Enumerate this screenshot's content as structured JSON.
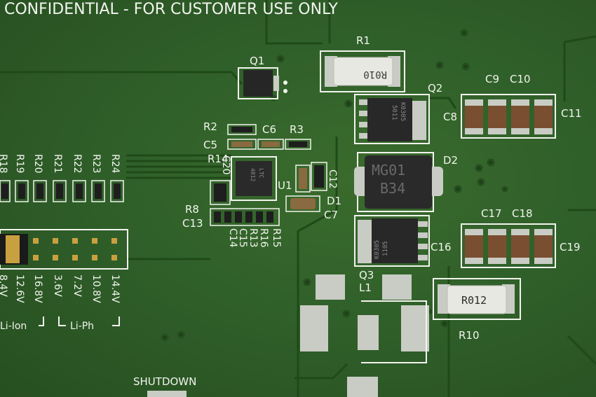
{
  "board": {
    "banner": "CONFIDENTIAL - FOR CUSTOMER USE ONLY",
    "colors": {
      "solder_mask": "#30602a",
      "silkscreen": "#f2f4ee",
      "copper_trace": "#1f4a18",
      "pad": "#c9ccc4",
      "ic_body": "#2a2a2a"
    }
  },
  "refs": {
    "r1": "R1",
    "q1": "Q1",
    "q2": "Q2",
    "q3": "Q3",
    "c9": "C9",
    "c10": "C10",
    "c8": "C8",
    "c11": "C11",
    "r2": "R2",
    "c6": "C6",
    "r3": "R3",
    "c5": "C5",
    "r14": "R14",
    "c20": "C20",
    "u1": "U1",
    "c12": "C12",
    "d1": "D1",
    "c7": "C7",
    "d2": "D2",
    "r8": "R8",
    "c13": "C13",
    "c14": "C14",
    "c15": "C15",
    "r13": "R13",
    "r16": "R16",
    "r15": "R15",
    "c17": "C17",
    "c18": "C18",
    "c16": "C16",
    "c19": "C19",
    "l1": "L1",
    "r10": "R10",
    "r18": "R18",
    "r19": "R19",
    "r20": "R20",
    "r21": "R21",
    "r22": "R22",
    "r23": "R23",
    "r24": "R24"
  },
  "markings": {
    "r1_value": "R010",
    "r10_value": "R012",
    "d2_line1": "MG01",
    "d2_line2": "B34",
    "q2_line1": "K0305",
    "q2_line2": "5011",
    "q3_line1": "K0305",
    "q3_line2": "1105",
    "u1_line1": "4012",
    "u1_line2": "LTC"
  },
  "voltages": {
    "top_row": [
      "8.4V",
      "12.6V",
      "16.8V",
      "3.6V",
      "7.2V",
      "10.8V",
      "14.4V"
    ],
    "li_ion": "Li-Ion",
    "li_ph": "Li-Ph"
  },
  "shutdown": "SHUTDOWN"
}
